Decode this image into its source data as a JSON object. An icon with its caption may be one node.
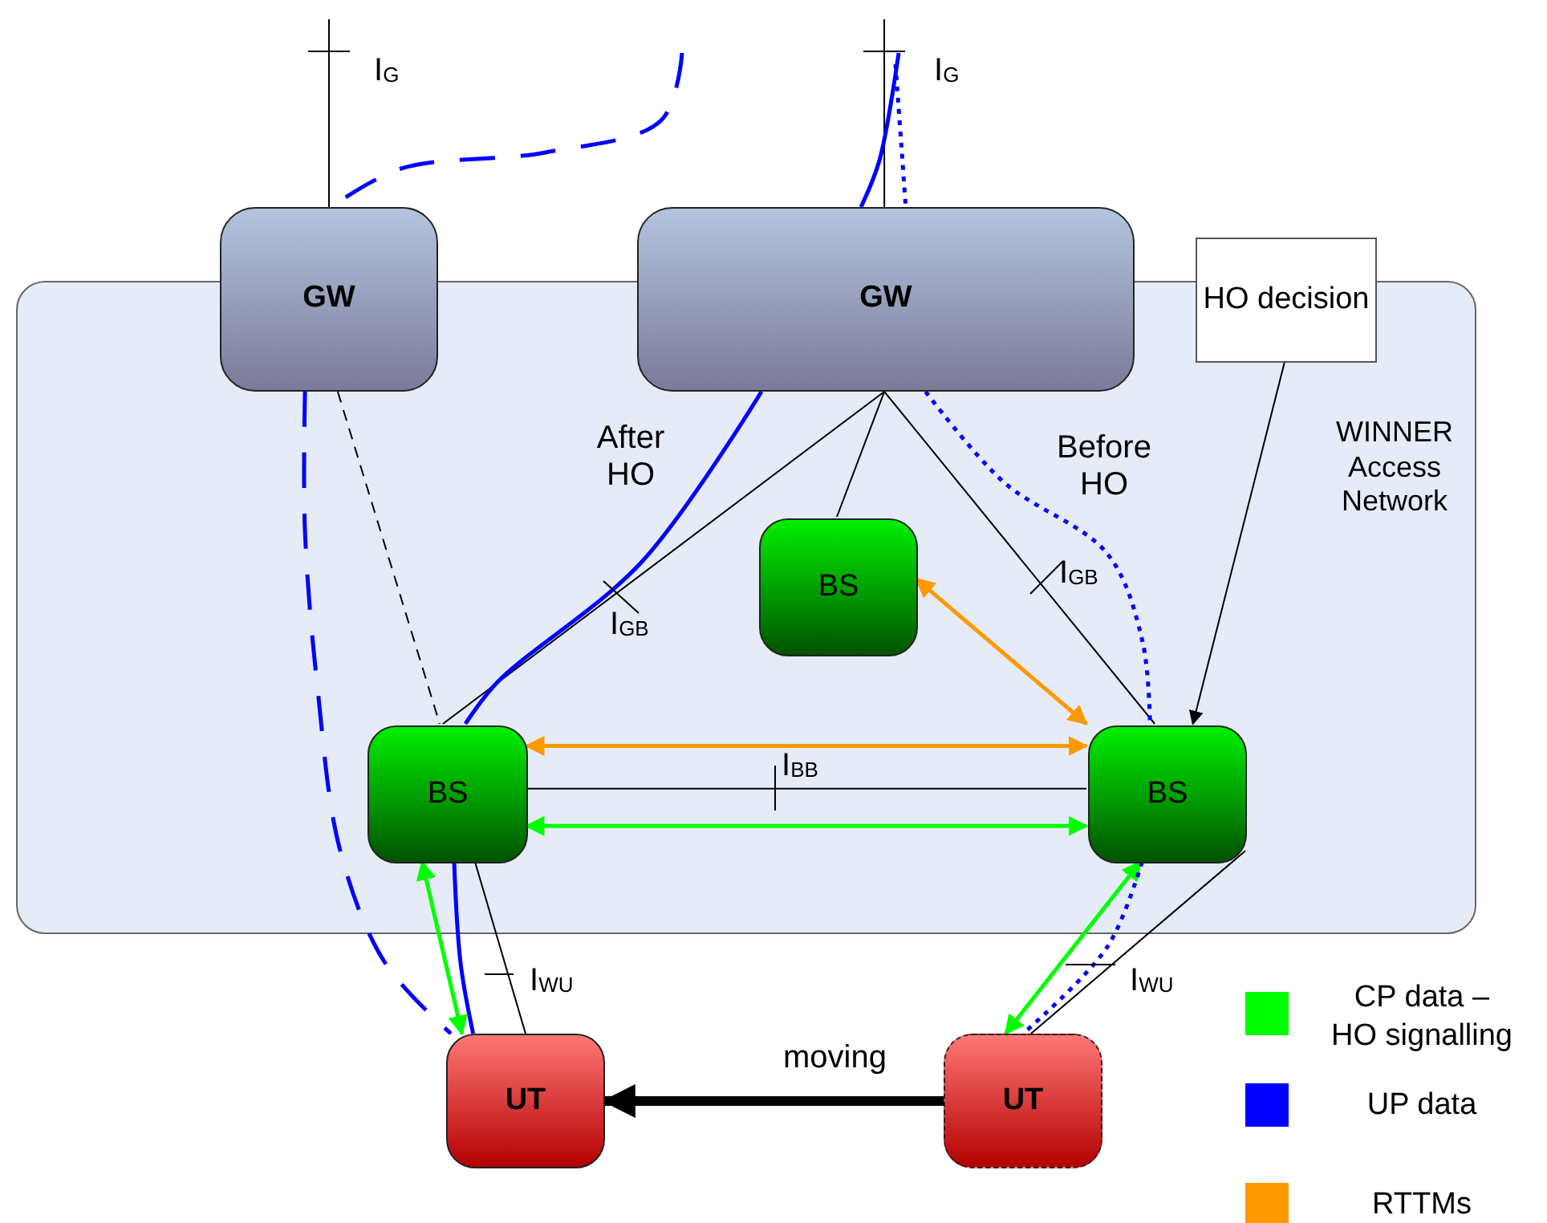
{
  "diagram": {
    "nodes": [
      {
        "text": [
          "WINNER Access Network"
        ]
      },
      {
        "text": [
          "GW"
        ]
      },
      {
        "text": [
          "GW"
        ]
      },
      {
        "text": [
          "HO decision"
        ]
      },
      {
        "text": [
          "BS"
        ],
        "in": 0
      },
      {
        "text": [
          "BS"
        ],
        "in": 0
      },
      {
        "text": [
          "BS"
        ],
        "in": 0
      },
      {
        "text": [
          "UT"
        ]
      },
      {
        "text": [
          "UT"
        ]
      }
    ],
    "edges": [
      {
        "from": null,
        "to": 1,
        "arrow": "none"
      },
      {
        "from": null,
        "to": 2,
        "arrow": "none"
      },
      {
        "from": 2,
        "to": 4,
        "arrow": "none"
      },
      {
        "from": 2,
        "to": 5,
        "arrow": "none"
      },
      {
        "from": 2,
        "to": 6,
        "arrow": "none"
      },
      {
        "from": 1,
        "to": 5,
        "arrow": "none",
        "style": "dashed"
      },
      {
        "from": 3,
        "to": 6,
        "arrow": "to"
      },
      {
        "from": 4,
        "to": 6,
        "arrow": "both",
        "color": "#ff9900"
      },
      {
        "from": 5,
        "to": 6,
        "arrow": "both",
        "color": "#ff9900"
      },
      {
        "from": 5,
        "to": 6,
        "arrow": "none"
      },
      {
        "from": 5,
        "to": 6,
        "arrow": "both",
        "color": "#00ff00"
      },
      {
        "from": 5,
        "to": 7,
        "arrow": "none"
      },
      {
        "from": 5,
        "to": 7,
        "arrow": "both",
        "color": "#00ff00"
      },
      {
        "from": 6,
        "to": 8,
        "arrow": "none"
      },
      {
        "from": 6,
        "to": 8,
        "arrow": "both",
        "color": "#00ff00"
      },
      {
        "from": 8,
        "to": 7,
        "arrow": "to",
        "label": "moving",
        "style": "thick"
      },
      {
        "from": null,
        "to": 1,
        "arrow": "none",
        "style": "dashed",
        "color": "#0000ff"
      },
      {
        "from": 1,
        "to": 7,
        "arrow": "none",
        "style": "dashed",
        "color": "#0000ff"
      },
      {
        "from": null,
        "to": 2,
        "arrow": "none",
        "color": "#0000ff"
      },
      {
        "from": 2,
        "to": 5,
        "arrow": "none",
        "color": "#0000ff"
      },
      {
        "from": 5,
        "to": 7,
        "arrow": "none",
        "color": "#0000ff"
      },
      {
        "from": null,
        "to": 2,
        "arrow": "none",
        "style": "dashed",
        "color": "#0000ff"
      },
      {
        "from": 2,
        "to": 6,
        "arrow": "none",
        "style": "dashed",
        "color": "#0000ff"
      },
      {
        "from": 6,
        "to": 8,
        "arrow": "none",
        "style": "dashed",
        "color": "#0000ff"
      }
    ],
    "labels": [
      "I$_{G}$",
      "I$_{G}$",
      "After HO",
      "Before HO",
      "I$_{GB}$",
      "I$_{GB}$",
      "I$_{BB}$",
      "I$_{WU}$",
      "I$_{WU}$"
    ],
    "legend": [
      {
        "text": "CP data – HO signalling",
        "color": "#00ff00"
      },
      {
        "text": "UP data",
        "color": "#0000ff"
      },
      {
        "text": "RTTMs",
        "color": "#ff9900"
      }
    ]
  }
}
